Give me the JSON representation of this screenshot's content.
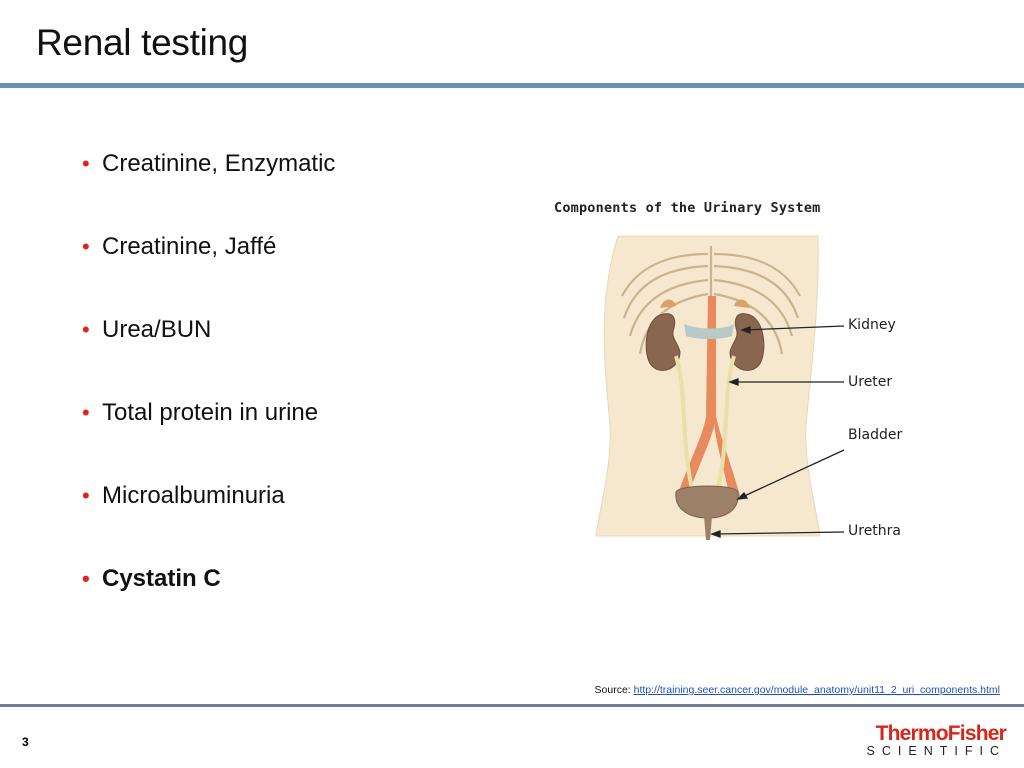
{
  "slide": {
    "title": "Renal testing",
    "page_number": "3"
  },
  "bullets": [
    {
      "text": "Creatinine, Enzymatic",
      "bold": false
    },
    {
      "text": "Creatinine, Jaffé",
      "bold": false
    },
    {
      "text": "Urea/BUN",
      "bold": false
    },
    {
      "text": "Total protein in urine",
      "bold": false
    },
    {
      "text": "Microalbuminuria",
      "bold": false
    },
    {
      "text": "Cystatin C",
      "bold": true
    }
  ],
  "bullet_symbol": "•",
  "figure": {
    "title": "Components of the Urinary System",
    "labels": {
      "kidney": "Kidney",
      "ureter": "Ureter",
      "bladder": "Bladder",
      "urethra": "Urethra"
    }
  },
  "source": {
    "prefix": "Source: ",
    "url": "http://training.seer.cancer.gov/module_anatomy/unit11_2_uri_components.html"
  },
  "logo": {
    "brand": "ThermoFisher",
    "subtitle": "SCIENTIFIC"
  },
  "colors": {
    "bullet": "#e2231a",
    "rule": "#6b8fb3",
    "logo_red": "#d6271b",
    "link": "#1f4fbf"
  }
}
